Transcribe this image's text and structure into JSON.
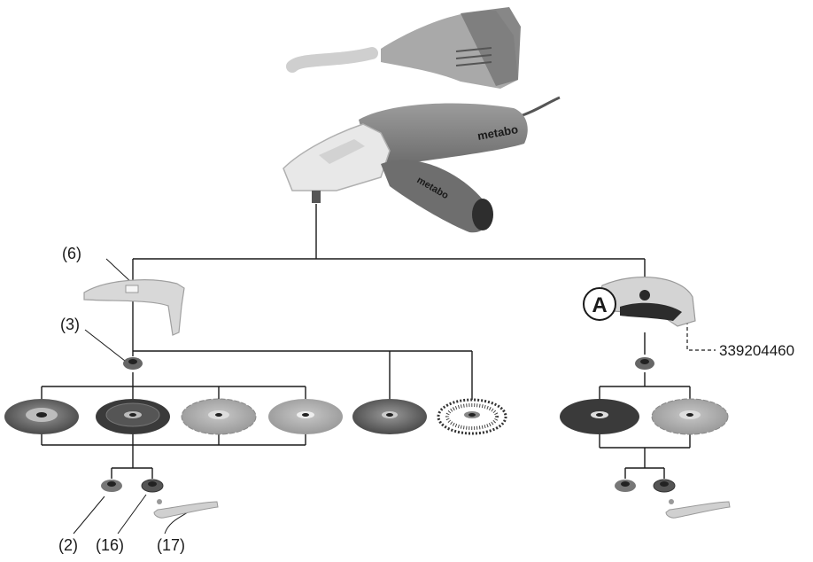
{
  "labels": {
    "guard": "(6)",
    "support_flange": "(3)",
    "clamping_nut": "(2)",
    "quick_nut": "(16)",
    "spanner": "(17)"
  },
  "accessory_badge": "A",
  "part_number": "339204460",
  "brand_logo": "metabo",
  "colors": {
    "line": "#1a1a1a",
    "tool_body": "#8a8a8a",
    "tool_dark": "#5c5c5c",
    "disc_dark": "#3c3c3c",
    "disc_light": "#a8a8a8",
    "guard_light": "#d6d6d6"
  }
}
